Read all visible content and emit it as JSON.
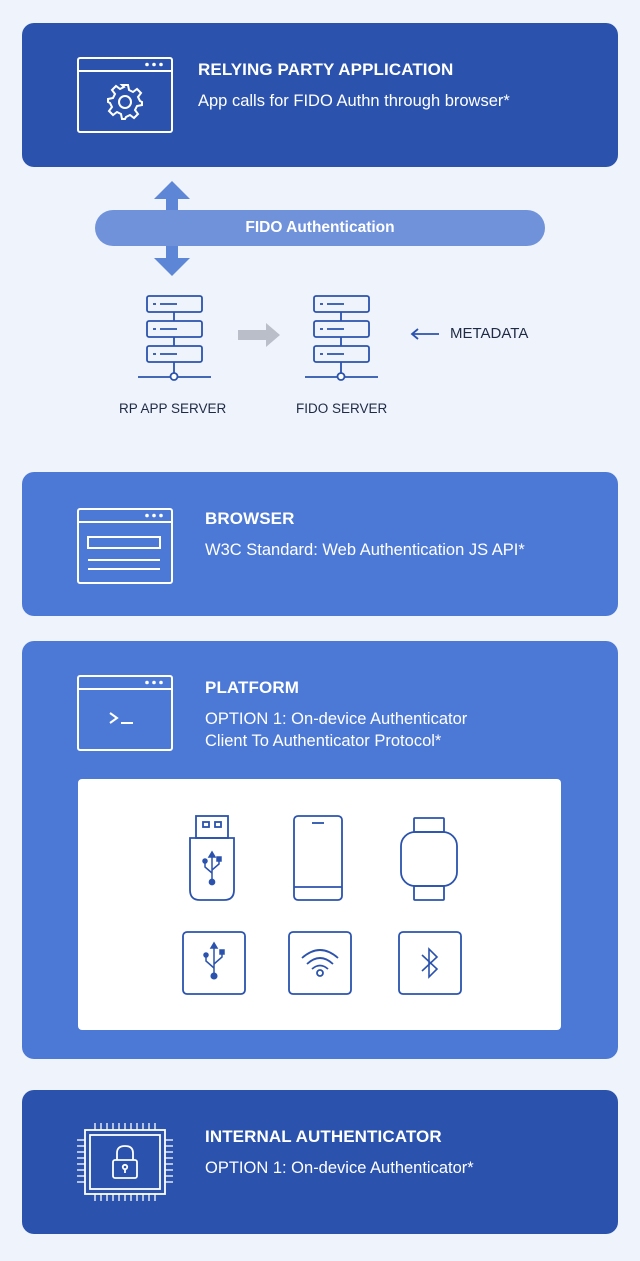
{
  "relying_party": {
    "title": "RELYING PARTY APPLICATION",
    "subtitle": "App calls for FIDO Authn through browser*"
  },
  "fido_auth": {
    "label": "FIDO Authentication"
  },
  "servers": {
    "rp_label": "RP APP SERVER",
    "fido_label": "FIDO SERVER",
    "metadata_label": "METADATA"
  },
  "browser": {
    "title": "BROWSER",
    "subtitle": "W3C Standard: Web Authentication JS API*"
  },
  "platform": {
    "title": "PLATFORM",
    "subtitle_line1": "OPTION 1: On-device Authenticator",
    "subtitle_line2": "Client To Authenticator Protocol*",
    "devices": [
      "usb-key-icon",
      "phone-icon",
      "smartwatch-icon",
      "usb-icon",
      "nfc-icon",
      "bluetooth-icon"
    ]
  },
  "internal": {
    "title": "INTERNAL AUTHENTICATOR",
    "subtitle": "OPTION 1: On-device Authenticator*"
  },
  "colors": {
    "background": "#eef3fc",
    "dark_card": "#2b53ad",
    "mid_card": "#4d79d6",
    "pill": "#6f92db",
    "arrow": "#5d86d6",
    "icon_stroke": "#2b53ad"
  }
}
